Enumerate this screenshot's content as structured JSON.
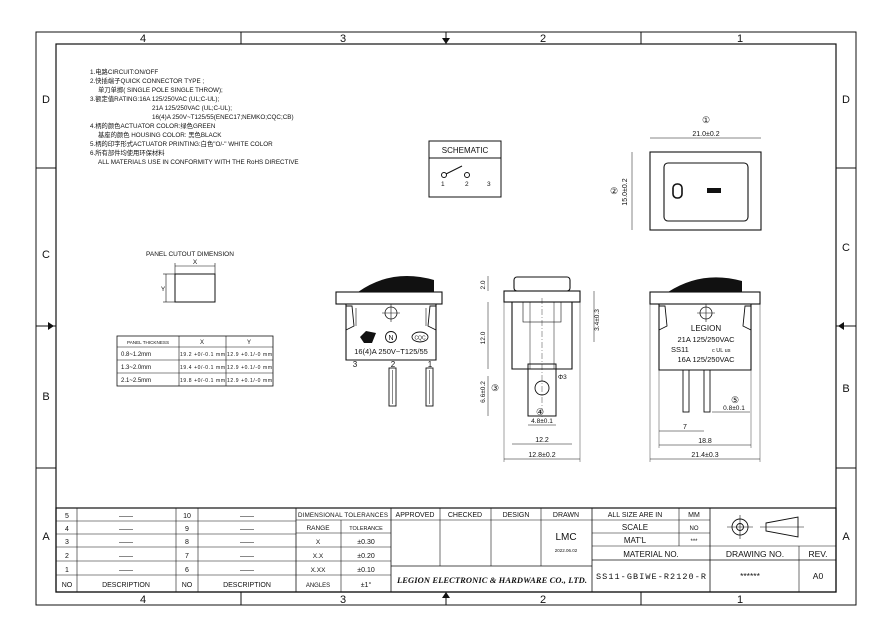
{
  "frame": {
    "top_zones": [
      "4",
      "3",
      "2",
      "1"
    ],
    "bottom_zones": [
      "4",
      "3",
      "2",
      "1"
    ],
    "left_zones": [
      "D",
      "C",
      "B",
      "A"
    ],
    "right_zones": [
      "D",
      "C",
      "B",
      "A"
    ]
  },
  "notes": [
    "1.电路CIRCUIT:ON/OFF",
    "2.快插端子QUICK CONNECTOR TYPE ;",
    "单刀单掷( SINGLE POLE SINGLE THROW);",
    "3.额定值RATING:16A 125/250VAC (UL;C-UL);",
    "21A 125/250VAC (UL;C-UL);",
    "16(4)A 250V~T125/55(ENEC17;NEMKO;CQC;CB)",
    "4.柄的颜色ACTUATOR COLOR:绿色GREEN",
    "基座的颜色 HOUSING COLOR: 黑色BLACK",
    "5.柄的印字形式ACTUATOR PRINTING:白色\"O/-\" WHITE COLOR",
    "6.所有部件均使用环保材料",
    "ALL MATERIALS USE IN CONFORMITY WITH THE RoHS DIRECTIVE"
  ],
  "schematic": {
    "title": "SCHEMATIC",
    "pins": [
      "1",
      "2",
      "3"
    ]
  },
  "panel_cutout": {
    "title": "PANEL CUTOUT DIMENSION",
    "x_label": "X",
    "y_label": "Y",
    "headers": [
      "PANEL THICKNESS",
      "X",
      "Y"
    ],
    "rows": [
      [
        "0.8~1.2mm",
        "19.2 +0/-0.1 mm",
        "12.9 +0.1/-0 mm"
      ],
      [
        "1.3~2.0mm",
        "19.4 +0/-0.1 mm",
        "12.9 +0.1/-0 mm"
      ],
      [
        "2.1~2.5mm",
        "19.8 +0/-0.1 mm",
        "12.9 +0.1/-0 mm"
      ]
    ]
  },
  "front_view": {
    "marking": "16(4)A 250V~T125/55",
    "pins": [
      "3",
      "2",
      "1"
    ]
  },
  "side_view": {
    "dims": [
      "2.0",
      "12.0",
      "3.4±0.3",
      "6.6±0.2",
      "Φ3",
      "4.8±0.1",
      "12.2",
      "12.8±0.2"
    ],
    "balloons": [
      "③",
      "④"
    ]
  },
  "top_view": {
    "dims": [
      "21.0±0.2",
      "15.0±0.2"
    ],
    "balloons": [
      "①",
      "②"
    ]
  },
  "back_view": {
    "brand": "LEGION",
    "rating1": "21A 125/250VAC",
    "series": "SS11",
    "cert": "c UL us",
    "rating2": "16A 125/250VAC",
    "dims": [
      "0.8±0.1",
      "7",
      "18.8",
      "21.4±0.3"
    ],
    "balloon": "⑤"
  },
  "title_block": {
    "revisions_left": [
      "5",
      "4",
      "3",
      "2",
      "1"
    ],
    "revisions_right": [
      "10",
      "9",
      "8",
      "7",
      "6"
    ],
    "rev_dash": "——",
    "no": "NO",
    "description": "DESCRIPTION",
    "dim_tolerances": "DIMENSIONAL TOLERANCES",
    "range": "RANGE",
    "tolerance": "TOLERANCE",
    "tol_rows": [
      [
        "X",
        "±0.30"
      ],
      [
        "X.X",
        "±0.20"
      ],
      [
        "X.XX",
        "±0.10"
      ],
      [
        "ANGLES",
        "±1°"
      ]
    ],
    "approved": "APPROVED",
    "checked": "CHECKED",
    "design": "DESIGN",
    "drawn": "DRAWN",
    "drawn_by": "LMC",
    "drawn_date": "2022.06.02",
    "all_size_in": "ALL SIZE ARE IN",
    "unit": "MM",
    "scale_label": "SCALE",
    "scale_value": "NO",
    "matl_label": "MAT'L",
    "matl_value": "***",
    "material_no_label": "MATERIAL NO.",
    "material_no": "SS11-GBIWE-R2120-R",
    "drawing_no_label": "DRAWING NO.",
    "drawing_no": "******",
    "rev_label": "REV.",
    "rev": "A0",
    "company": "LEGION ELECTRONIC & HARDWARE CO., LTD."
  }
}
